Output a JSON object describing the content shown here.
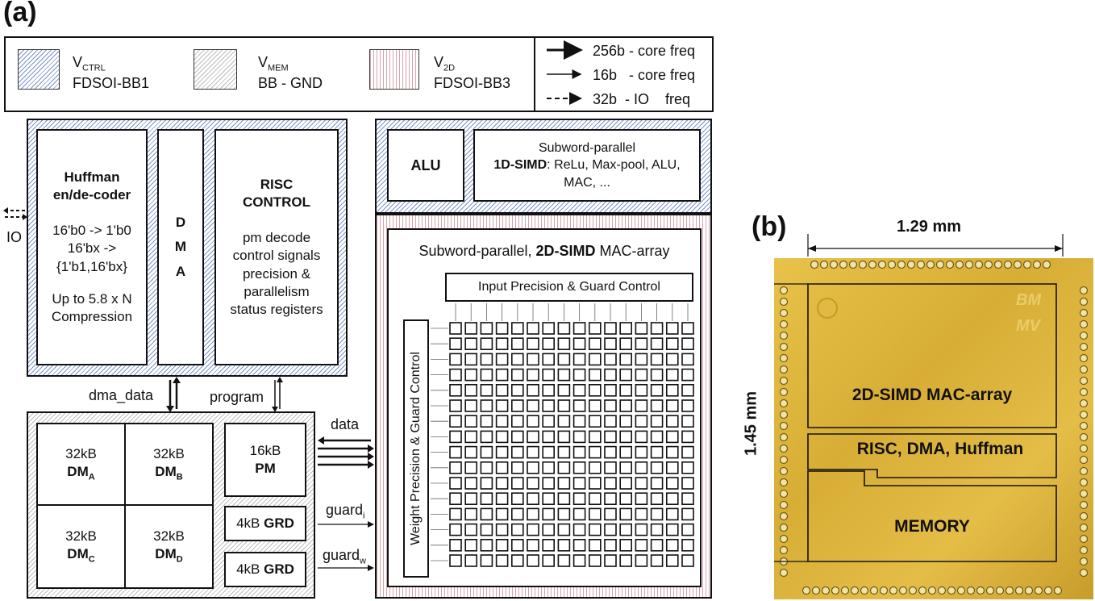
{
  "panel_a": {
    "tag": "(a)",
    "legend": {
      "ctrl": {
        "name": "V",
        "sub": "CTRL",
        "desc": "FDSOI-BB1"
      },
      "mem": {
        "name": "V",
        "sub": "MEM",
        "desc": "BB - GND"
      },
      "d2": {
        "name": "V",
        "sub": "2D",
        "desc": "FDSOI-BB3"
      },
      "arrows": [
        "256b - core freq",
        "16b   - core freq",
        "32b  - IO    freq"
      ]
    },
    "huffman": {
      "title1": "Huffman",
      "title2": "en/de-coder",
      "line1": "16'b0 -> 1'b0",
      "line2": "16'bx ->",
      "line3": "{1'b1,16'bx}",
      "line4": "Up to 5.8 x N",
      "line5": "Compression"
    },
    "dma": {
      "d": "D",
      "m": "M",
      "a": "A"
    },
    "risc": {
      "title1": "RISC",
      "title2": "CONTROL",
      "line1": "pm decode",
      "line2": "control signals",
      "line3": "precision &",
      "line4": "parallelism",
      "line5": "status registers"
    },
    "io_label": "IO",
    "alu": "ALU",
    "simd1d": {
      "line1": "Subword-parallel",
      "bold": "1D-SIMD",
      "line2": ": ReLu, Max-pool, ALU,",
      "line3": "MAC, ..."
    },
    "simd2d": {
      "prefix": "Subword-parallel, ",
      "bold": "2D-SIMD",
      "suffix": " MAC-array"
    },
    "input_ctrl": "Input Precision & Guard Control",
    "weight_ctrl": "Weight Precision & Guard Control",
    "dma_data": "dma_data",
    "program": "program",
    "data": "data",
    "guard_i": {
      "name": "guard",
      "sub": "i"
    },
    "guard_w": {
      "name": "guard",
      "sub": "w"
    },
    "dm_a": {
      "size": "32kB",
      "name": "DM",
      "sub": "A"
    },
    "dm_b": {
      "size": "32kB",
      "name": "DM",
      "sub": "B"
    },
    "dm_c": {
      "size": "32kB",
      "name": "DM",
      "sub": "C"
    },
    "dm_d": {
      "size": "32kB",
      "name": "DM",
      "sub": "D"
    },
    "pm": {
      "size": "16kB",
      "name": "PM"
    },
    "grd1": {
      "size": "4kB ",
      "name": "GRD"
    },
    "grd2": {
      "size": "4kB ",
      "name": "GRD"
    }
  },
  "panel_b": {
    "tag": "(b)",
    "width": "1.29 mm",
    "height": "1.45 mm",
    "mac": "2D-SIMD MAC-array",
    "risc": "RISC, DMA, Huffman",
    "memory": "MEMORY",
    "logo": "BM MV"
  }
}
